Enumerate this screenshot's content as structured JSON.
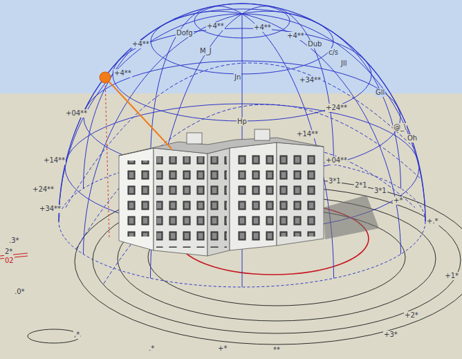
{
  "diagram": {
    "labels": [
      "Dofg",
      "+4**",
      "+4**",
      "+4**",
      "+4**",
      "Dub",
      "c/s",
      "M_J",
      "Jll",
      "Jn",
      "+34**",
      "Gll",
      "+24**",
      "Hp",
      "@_\\",
      "Oh",
      "+14**",
      "+04**",
      "+4**",
      "+04**",
      "+14**",
      "+24**",
      "+34**",
      "3*1",
      "2*1",
      "3*1",
      "+*",
      "+.*",
      ".3*",
      "2*",
      "02",
      ".0*",
      "+1*",
      "+2*",
      "+3*",
      ",*",
      ".*",
      "+*",
      "**"
    ]
  }
}
